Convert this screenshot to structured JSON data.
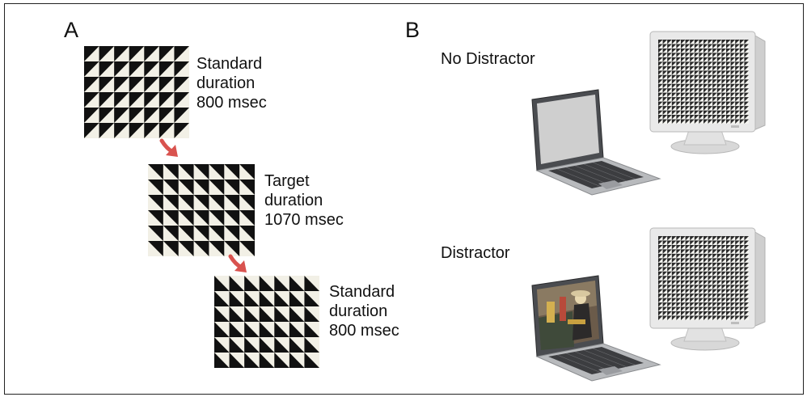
{
  "panel_a": {
    "letter": "A",
    "stimuli": [
      {
        "line1": "Standard",
        "line2": "duration",
        "line3": "800 msec"
      },
      {
        "line1": "Target",
        "line2": "duration",
        "line3": "1070 msec"
      },
      {
        "line1": "Standard",
        "line2": "duration",
        "line3": "800 msec"
      }
    ],
    "arrow_color": "#d9534f",
    "pattern_color": "#111111",
    "pattern_bg": "#f2f0e6"
  },
  "panel_b": {
    "letter": "B",
    "conditions": [
      {
        "label": "No Distractor",
        "laptop_screen": "blank"
      },
      {
        "label": "Distractor",
        "laptop_screen": "video"
      }
    ]
  }
}
